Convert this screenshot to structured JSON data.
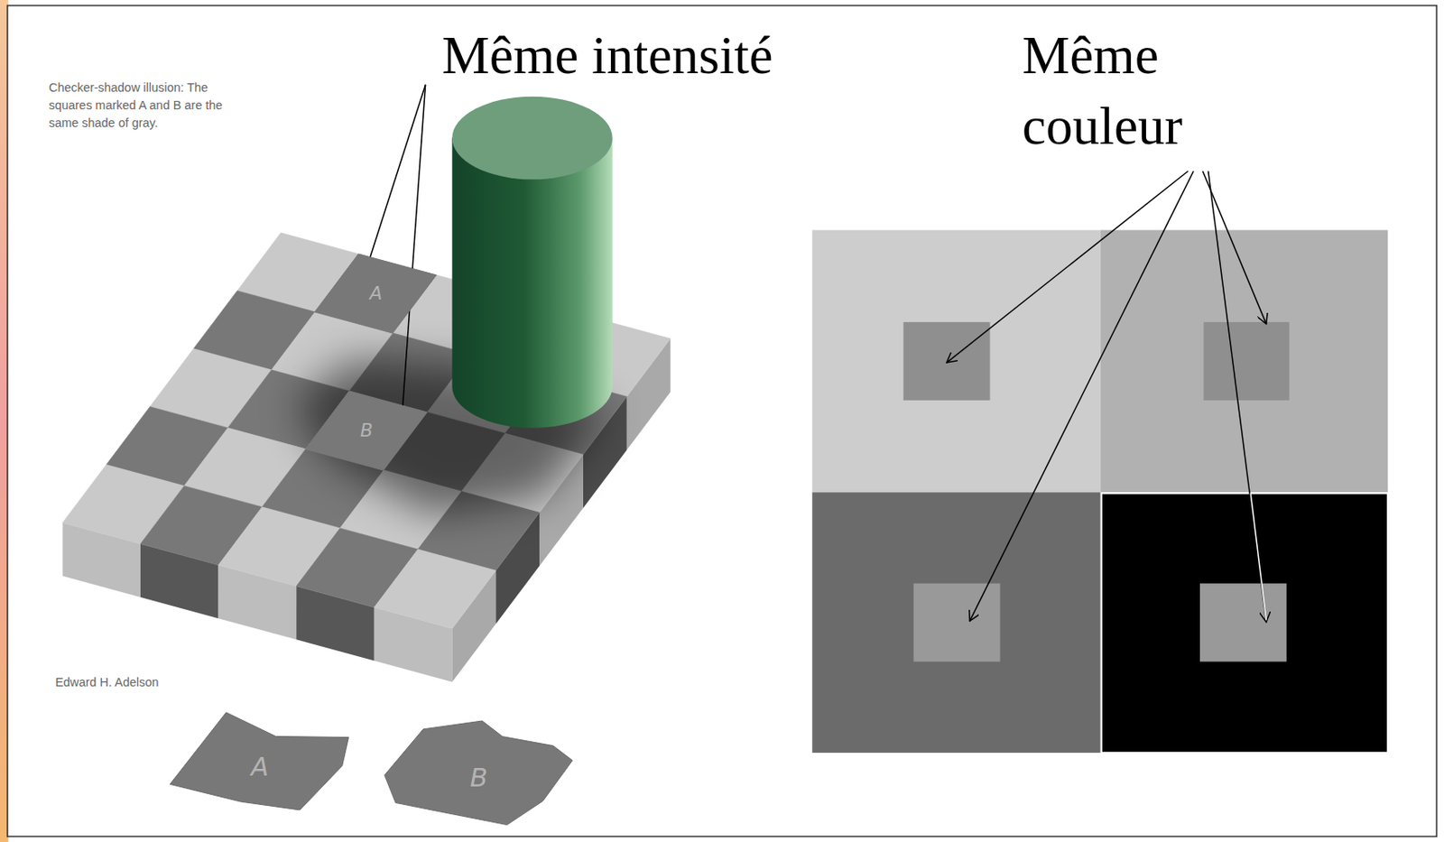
{
  "diagram": {
    "nodes": [
      {
        "text": [
          "A"
        ]
      },
      {
        "text": [
          "B"
        ]
      },
      {
        "text": [
          "A"
        ]
      },
      {
        "text": [
          "B"
        ]
      }
    ],
    "labels": [
      "Même intensité",
      "Même couleur",
      "Checker-shadow illusion: The squares marked A and B are the same shade of gray.",
      "Edward H. Adelson"
    ]
  }
}
